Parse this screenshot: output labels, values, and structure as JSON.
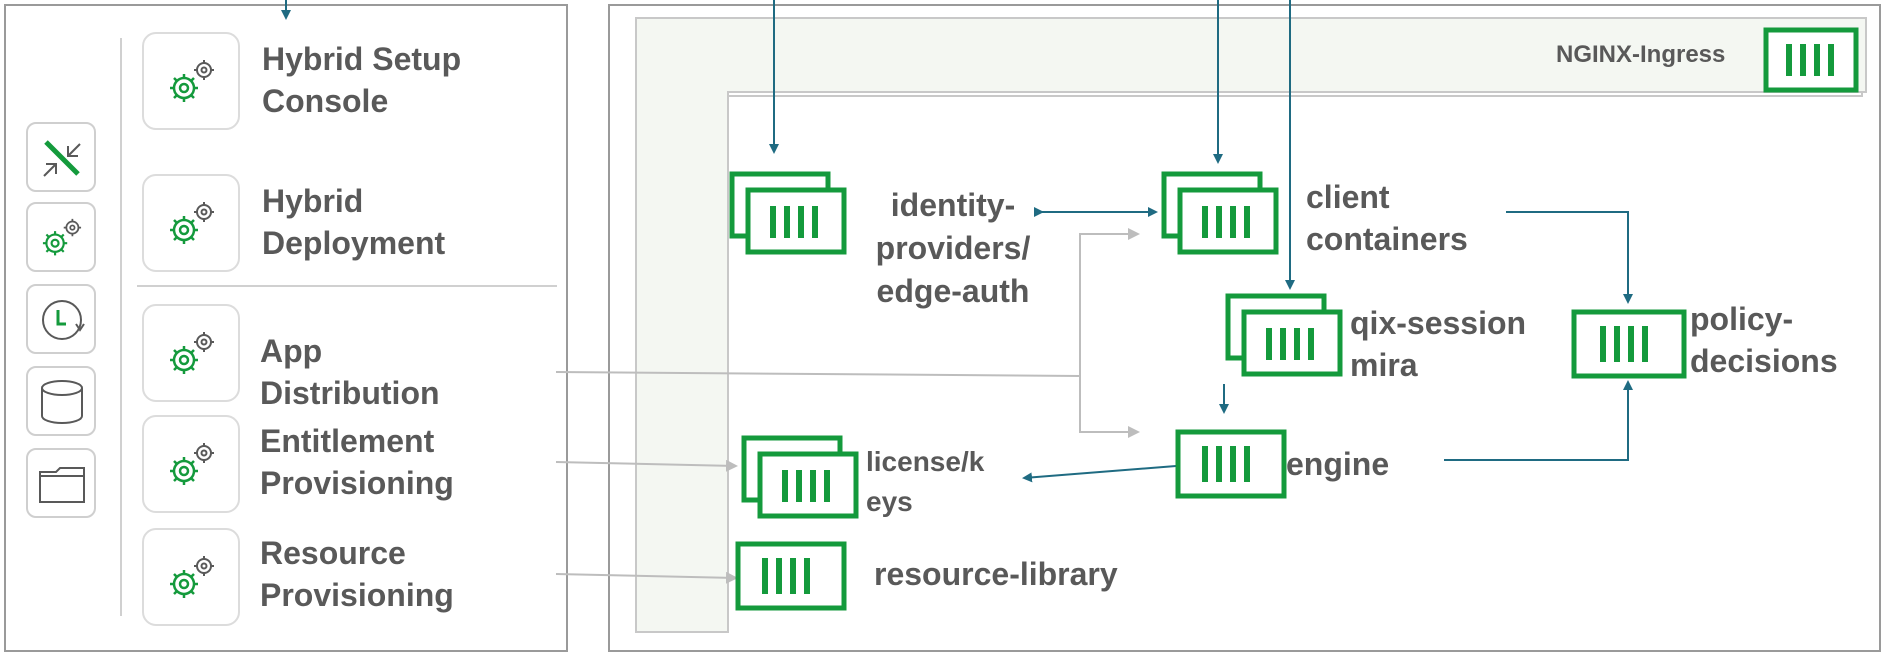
{
  "colors": {
    "accent_green": "#149a3c",
    "arrow_blue": "#1f6b82",
    "arrow_gray": "#bdbdbd",
    "text_gray": "#595959",
    "ingress_bg": "#f4f7f2"
  },
  "services": [
    {
      "label": "Hybrid Setup\nConsole",
      "icon": "gears-icon"
    },
    {
      "label": "Hybrid\nDeployment",
      "icon": "gears-icon"
    },
    {
      "label": "App\nDistribution",
      "icon": "gears-icon"
    },
    {
      "label": "Entitlement\nProvisioning",
      "icon": "gears-icon"
    },
    {
      "label": "Resource\nProvisioning",
      "icon": "gears-icon"
    }
  ],
  "toolbar": [
    {
      "icon": "collapse-expand-icon"
    },
    {
      "icon": "gears-icon"
    },
    {
      "icon": "clock-refresh-icon"
    },
    {
      "icon": "database-icon"
    },
    {
      "icon": "folder-icon"
    }
  ],
  "ingress": {
    "label": "NGINX-Ingress"
  },
  "containers": {
    "identity": "identity-\nproviders/\nedge-auth",
    "client": "client\ncontainers",
    "qix": "qix-session\nmira",
    "policy": "policy-\ndecisions",
    "license": "license/k\neys",
    "engine": "engine",
    "resource": "resource-library"
  }
}
